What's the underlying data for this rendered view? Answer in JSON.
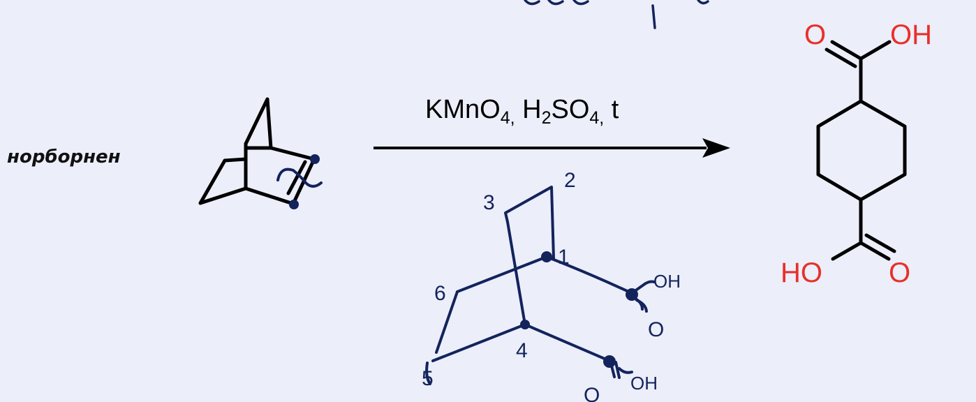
{
  "reactant": {
    "name": "норборнен"
  },
  "reagents": {
    "k": "KMnO",
    "sub1": "4,",
    "h": " H",
    "sub2": "2",
    "so": "SO",
    "sub3": "4,",
    "t": " t"
  },
  "product": {
    "top_o": "O",
    "top_oh": "OH",
    "bottom_ho": "HO",
    "bottom_o": "O"
  },
  "handwritten": {
    "n1": "1",
    "n2": "2",
    "n3": "3",
    "n4": "4",
    "n5": "5",
    "n6": "6",
    "oh_top": "OH",
    "o_top": "O",
    "oh_bottom": "OH",
    "o_bottom": "O"
  },
  "colors": {
    "heteroatom": "#E8302A",
    "handwriting": "#13235C",
    "background": "#ECEEF9"
  }
}
